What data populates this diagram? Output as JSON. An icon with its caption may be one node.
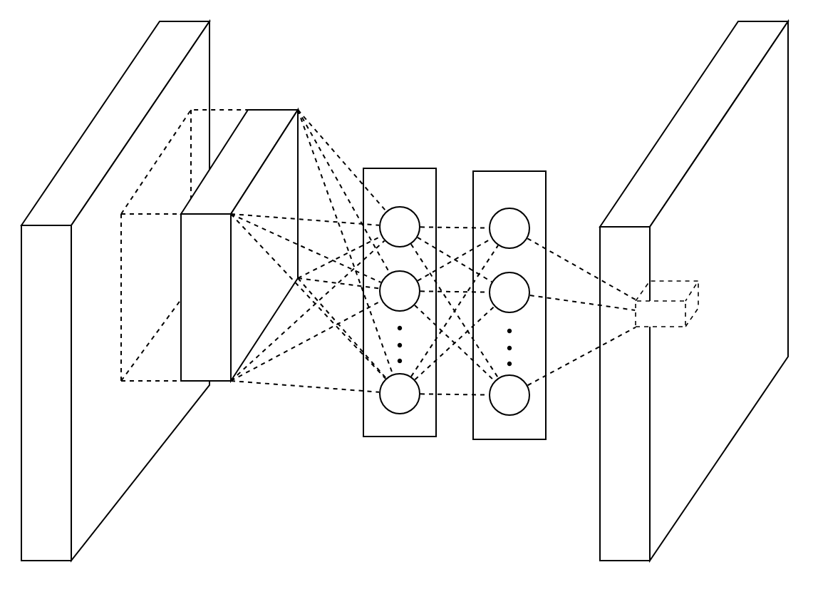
{
  "diagram": {
    "nodes": [
      {
        "text": [],
        "shape": "box"
      },
      {
        "text": [],
        "shape": "box"
      },
      {
        "text": [],
        "shape": "box"
      },
      {
        "text": [],
        "shape": "circle",
        "in": 2
      },
      {
        "text": [],
        "shape": "circle",
        "in": 2
      },
      {
        "text": [],
        "shape": "circle",
        "in": 2
      },
      {
        "text": [],
        "shape": "box"
      },
      {
        "text": [],
        "shape": "circle",
        "in": 6
      },
      {
        "text": [],
        "shape": "circle",
        "in": 6
      },
      {
        "text": [],
        "shape": "circle",
        "in": 6
      },
      {
        "text": [],
        "shape": "box"
      },
      {
        "text": [],
        "shape": "box"
      }
    ],
    "edges": [
      {
        "from": 1,
        "to": 3,
        "arrow": "none",
        "style": "dashed"
      },
      {
        "from": 1,
        "to": 3,
        "arrow": "none",
        "style": "dashed"
      },
      {
        "from": 1,
        "to": 3,
        "arrow": "none",
        "style": "dashed"
      },
      {
        "from": 1,
        "to": 3,
        "arrow": "none",
        "style": "dashed"
      },
      {
        "from": 1,
        "to": 4,
        "arrow": "none",
        "style": "dashed"
      },
      {
        "from": 1,
        "to": 4,
        "arrow": "none",
        "style": "dashed"
      },
      {
        "from": 1,
        "to": 4,
        "arrow": "none",
        "style": "dashed"
      },
      {
        "from": 1,
        "to": 4,
        "arrow": "none",
        "style": "dashed"
      },
      {
        "from": 1,
        "to": 5,
        "arrow": "none",
        "style": "dashed"
      },
      {
        "from": 1,
        "to": 5,
        "arrow": "none",
        "style": "dashed"
      },
      {
        "from": 1,
        "to": 5,
        "arrow": "none",
        "style": "dashed"
      },
      {
        "from": 1,
        "to": 5,
        "arrow": "none",
        "style": "dashed"
      },
      {
        "from": 3,
        "to": 7,
        "arrow": "none",
        "style": "dashed"
      },
      {
        "from": 3,
        "to": 8,
        "arrow": "none",
        "style": "dashed"
      },
      {
        "from": 3,
        "to": 9,
        "arrow": "none",
        "style": "dashed"
      },
      {
        "from": 4,
        "to": 7,
        "arrow": "none",
        "style": "dashed"
      },
      {
        "from": 4,
        "to": 8,
        "arrow": "none",
        "style": "dashed"
      },
      {
        "from": 4,
        "to": 9,
        "arrow": "none",
        "style": "dashed"
      },
      {
        "from": 5,
        "to": 7,
        "arrow": "none",
        "style": "dashed"
      },
      {
        "from": 5,
        "to": 8,
        "arrow": "none",
        "style": "dashed"
      },
      {
        "from": 5,
        "to": 9,
        "arrow": "none",
        "style": "dashed"
      },
      {
        "from": 7,
        "to": 11,
        "arrow": "none",
        "style": "dashed"
      },
      {
        "from": 8,
        "to": 11,
        "arrow": "none",
        "style": "dashed"
      },
      {
        "from": 9,
        "to": 11,
        "arrow": "none",
        "style": "dashed"
      }
    ]
  }
}
